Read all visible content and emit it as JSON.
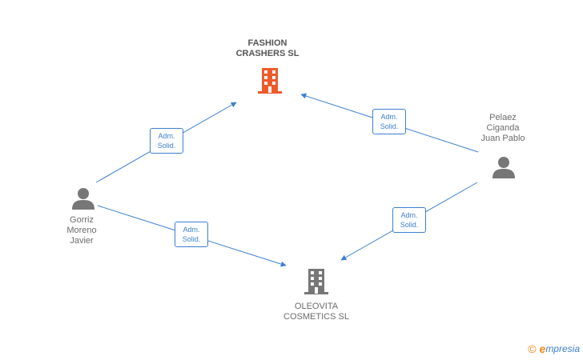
{
  "nodes": {
    "fashion": {
      "name_line1": "FASHION",
      "name_line2": "CRASHERS SL",
      "color": "#f05a2b"
    },
    "oleovita": {
      "name_line1": "OLEOVITA",
      "name_line2": "COSMETICS SL",
      "color": "#777777"
    },
    "pelaez": {
      "line1": "Pelaez",
      "line2": "Ciganda",
      "line3": "Juan Pablo"
    },
    "gorriz": {
      "line1": "Gorriz",
      "line2": "Moreno",
      "line3": "Javier"
    }
  },
  "relations": [
    {
      "line1": "Adm.",
      "line2": "Solid."
    },
    {
      "line1": "Adm.",
      "line2": "Solid."
    },
    {
      "line1": "Adm.",
      "line2": "Solid."
    },
    {
      "line1": "Adm.",
      "line2": "Solid."
    }
  ],
  "colors": {
    "link": "#3d7fd1",
    "person": "#777777"
  },
  "footer": {
    "copyright": "©",
    "brand_e": "e",
    "brand_rest": "mpresia"
  }
}
